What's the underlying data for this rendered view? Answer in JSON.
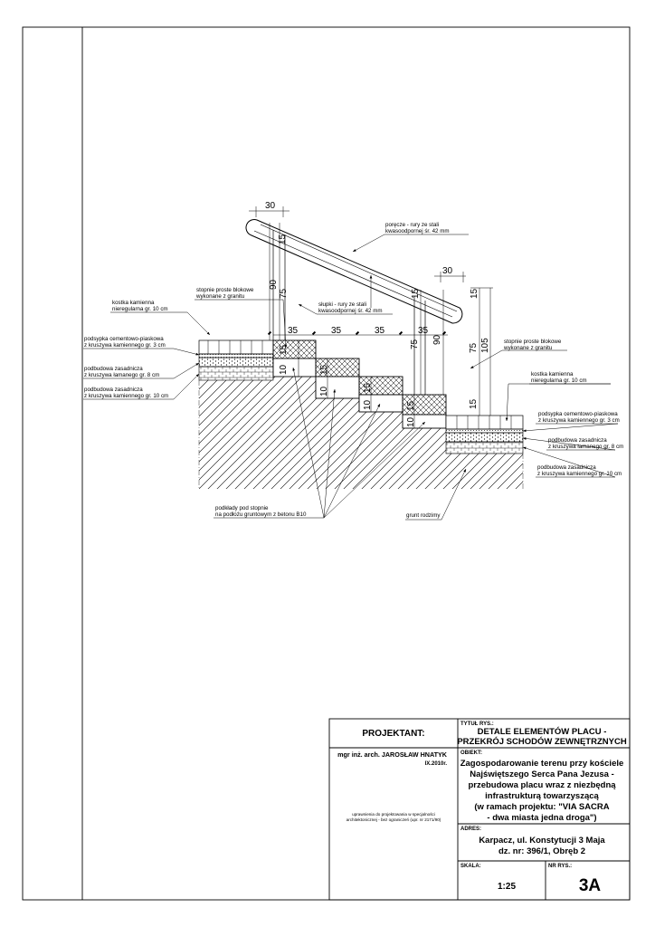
{
  "drawing": {
    "handrail_label": [
      "poręcze - rury ze stali",
      "kwasoodpornej śr. 42 mm"
    ],
    "posts_label": [
      "słupki - rury ze stali",
      "kwasoodpornej śr. 42 mm"
    ],
    "steps_left_label": [
      "stopnie proste blokowe",
      "wykonane z granitu"
    ],
    "steps_right_label": [
      "stopnie proste blokowe",
      "wykonane z granitu"
    ],
    "cobble_left_label": [
      "kostka kamienna",
      "nieregularna gr. 10 cm"
    ],
    "cobble_right_label": [
      "kostka kamienna",
      "nieregularna gr. 10 cm"
    ],
    "sand_left_label": [
      "podsypka cementowo-piaskowa",
      "z kruszywa kamiennego gr. 3 cm"
    ],
    "sand_right_label": [
      "podsypka cementowo-piaskowa",
      "z kruszywa kamiennego gr. 3 cm"
    ],
    "base8_left_label": [
      "podbudowa zasadnicza",
      "z kruszywa łamanego gr. 8 cm"
    ],
    "base8_right_label": [
      "podbudowa zasadnicza",
      "z kruszywa łamanego gr. 8 cm"
    ],
    "base10_left_label": [
      "podbudowa zasadnicza",
      "z kruszywa kamiennego gr. 10 cm"
    ],
    "base10_right_label": [
      "podbudowa zasadnicza",
      "z kruszywa kamiennego gr. 10 cm"
    ],
    "pads_label": [
      "podkłady pod stopnie",
      "na podłożu gruntowym z betonu B10"
    ],
    "soil_label": "grunt rodzimy",
    "dims": {
      "d30a": "30",
      "d30b": "30",
      "d15a": "15",
      "d90a": "90",
      "d75a": "75",
      "d15b": "15",
      "d15c": "15",
      "d75b": "75",
      "d90b": "90",
      "d105": "105",
      "d75c": "75",
      "d15d": "15",
      "t35a": "35",
      "t35b": "35",
      "t35c": "35",
      "t35d": "35",
      "r15a": "15",
      "r15b": "15",
      "r15c": "15",
      "r15d": "15",
      "r10a": "10",
      "r10b": "10",
      "r10c": "10",
      "r10d": "10"
    }
  },
  "title_block": {
    "projektant_label": "PROJEKTANT:",
    "designer": "mgr inż. arch. JAROSŁAW HNATYK",
    "date": "IX.2010r.",
    "permissions": [
      "uprawnienia do projektowania w specjalności",
      "architektonicznej - bez ograniczeń (upr. nr 2171/90)"
    ],
    "title_label": "TYTUŁ RYS.:",
    "title": [
      "DETALE ELEMENTÓW PLACU -",
      "PRZEKRÓJ SCHODÓW ZEWNĘTRZNYCH"
    ],
    "object_label": "OBIEKT:",
    "object": [
      "Zagospodarowanie terenu przy kościele",
      "Najświętszego Serca Pana Jezusa -",
      "przebudowa placu wraz z niezbędną",
      "infrastrukturą towarzyszącą",
      "(w ramach projektu: \"VIA SACRA",
      "- dwa miasta jedna droga\")"
    ],
    "address_label": "ADRES:",
    "address": [
      "Karpacz, ul. Konstytucji 3 Maja",
      "dz. nr: 396/1, Obręb 2"
    ],
    "scale_label": "SKALA:",
    "scale": "1:25",
    "sheet_label": "NR RYS.:",
    "sheet_no": "3A"
  }
}
